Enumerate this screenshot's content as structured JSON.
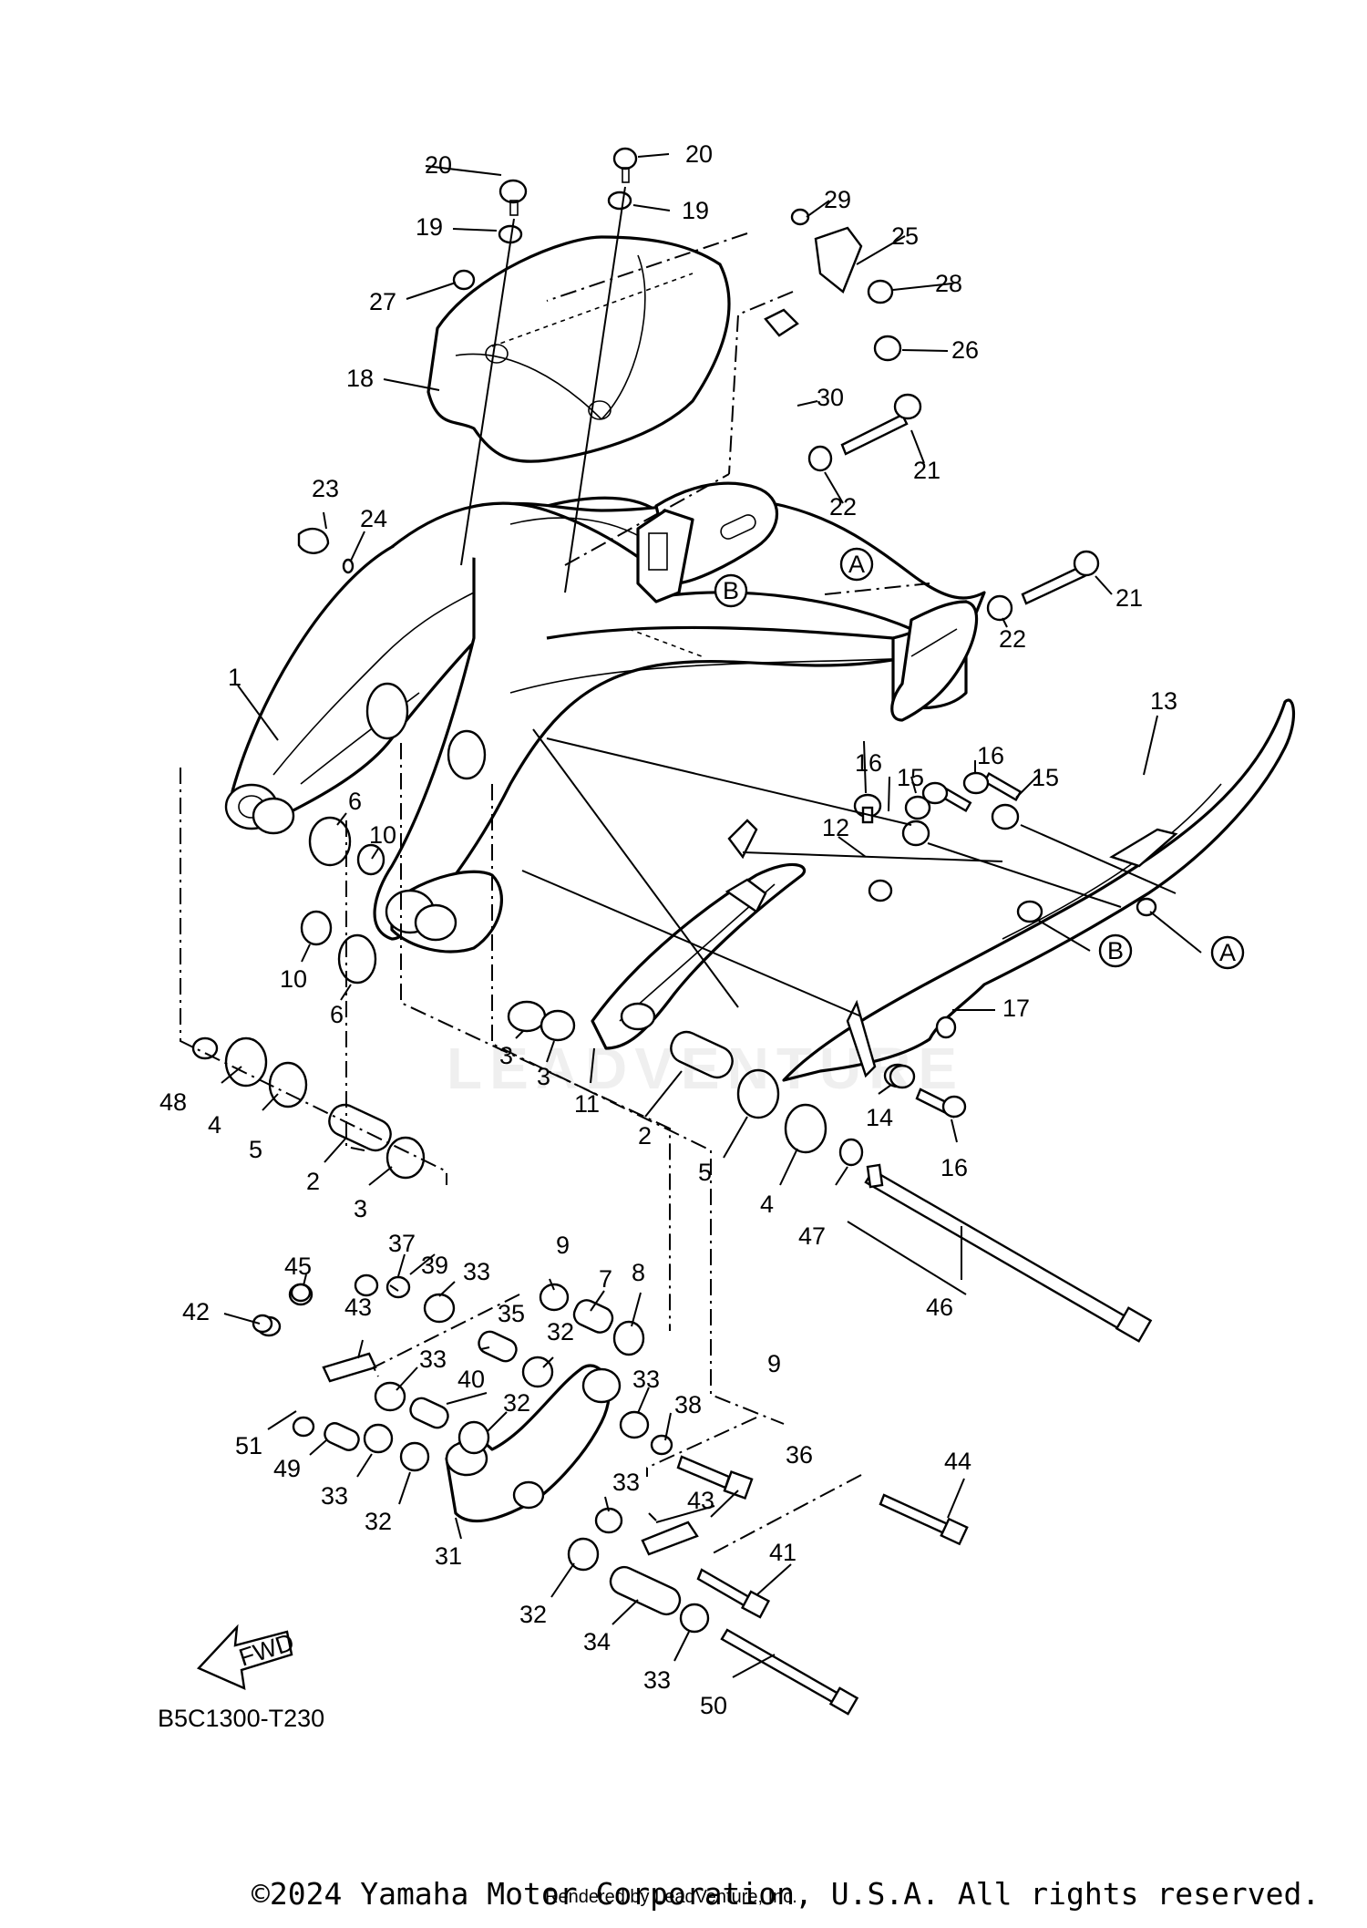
{
  "diagram": {
    "code": "B5C1300-T230",
    "fwd_label": "FWD",
    "watermark": "LEADVENTURE",
    "copyright": "©2024 Yamaha Motor Corporation, U.S.A. All rights reserved.",
    "rendered_by": "Rendered by LeadVenture, Inc.",
    "labels": {
      "l1": "1",
      "l2a": "2",
      "l2b": "2",
      "l3a": "3",
      "l3b": "3",
      "l3c": "3",
      "l4a": "4",
      "l4b": "4",
      "l5a": "5",
      "l5b": "5",
      "l6a": "6",
      "l6b": "6",
      "l7": "7",
      "l8": "8",
      "l9a": "9",
      "l9b": "9",
      "l10a": "10",
      "l10b": "10",
      "l11": "11",
      "l12": "12",
      "l13": "13",
      "l14": "14",
      "l15a": "15",
      "l15b": "15",
      "l16a": "16",
      "l16b": "16",
      "l16c": "16",
      "l17": "17",
      "l18": "18",
      "l19a": "19",
      "l19b": "19",
      "l20a": "20",
      "l20b": "20",
      "l21a": "21",
      "l21b": "21",
      "l22a": "22",
      "l22b": "22",
      "l23": "23",
      "l24": "24",
      "l25": "25",
      "l26": "26",
      "l27": "27",
      "l28": "28",
      "l29": "29",
      "l30": "30",
      "l31": "31",
      "l32a": "32",
      "l32b": "32",
      "l32c": "32",
      "l32d": "32",
      "l33a": "33",
      "l33b": "33",
      "l33c": "33",
      "l33d": "33",
      "l33e": "33",
      "l33f": "33",
      "l34": "34",
      "l35": "35",
      "l36": "36",
      "l37": "37",
      "l38": "38",
      "l39": "39",
      "l40": "40",
      "l41": "41",
      "l42": "42",
      "l43a": "43",
      "l43b": "43",
      "l44": "44",
      "l45": "45",
      "l46": "46",
      "l47": "47",
      "l48": "48",
      "l49": "49",
      "l50": "50",
      "l51": "51",
      "refA1": "A",
      "refA2": "A",
      "refB1": "B",
      "refB2": "B"
    }
  }
}
